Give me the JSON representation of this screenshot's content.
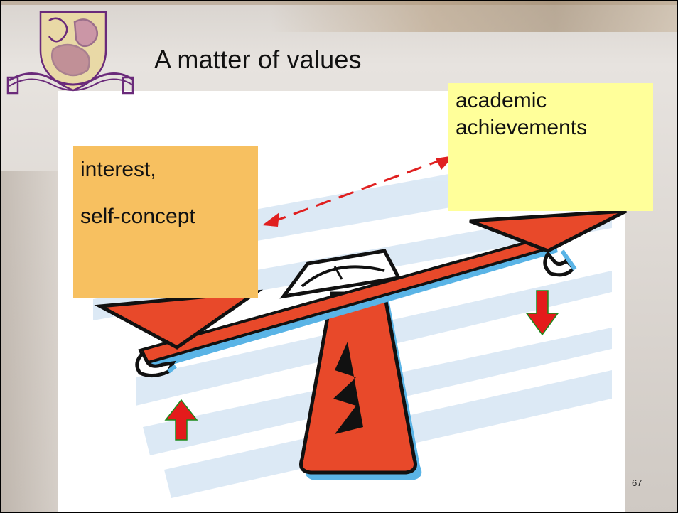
{
  "slide": {
    "title": "A matter of values",
    "left_box": {
      "line1": "interest,",
      "line2": "self-concept"
    },
    "right_box": {
      "line1": "academic",
      "line2": "achievements"
    },
    "page_number": "67"
  },
  "colors": {
    "left_box": "#f7c060",
    "right_box": "#ffff9a",
    "scale_red": "#e8492a",
    "scale_shadow": "#5ab4e6",
    "arrow_red": "#e41b1b",
    "dashed_line": "#e02020",
    "logo_purple": "#6a2a7a"
  },
  "icons": {
    "logo": "university-crest-icon",
    "scale": "balance-scale-icon",
    "arrow_up": "arrow-up-icon",
    "arrow_down": "arrow-down-icon"
  }
}
